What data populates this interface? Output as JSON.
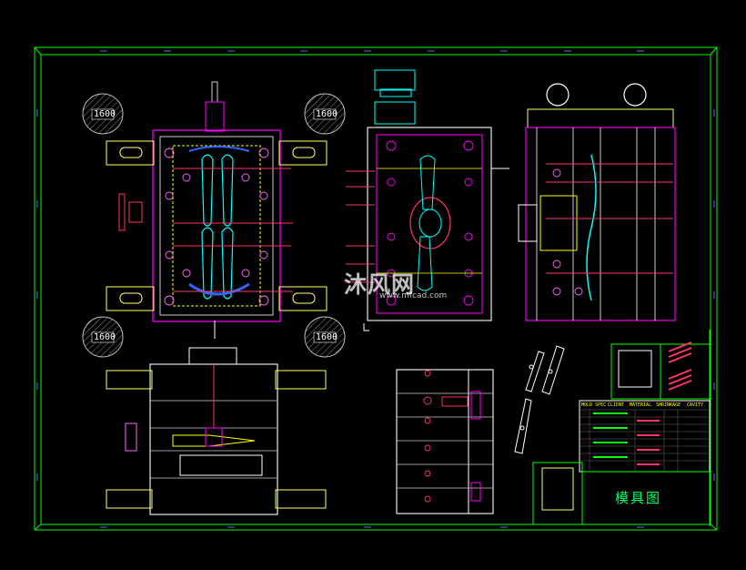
{
  "drawing": {
    "title_cn": "模具图",
    "watermark_cn": "沐风网",
    "watermark_url": "www.mfcad.com",
    "ring_labels": [
      "1600",
      "1600",
      "1600",
      "1600"
    ],
    "table_header": [
      "MOLD SPEC",
      "CLIENT",
      "MATERIAL",
      "SHRINKAGE",
      "CAVITY"
    ],
    "colors": {
      "frame": "#00ff00",
      "plate": "#ff00ff",
      "insert": "#00ffff",
      "clamp": "#ffff66",
      "dimension": "#ff3366",
      "line": "#ffffff",
      "water": "#3366ff"
    }
  }
}
